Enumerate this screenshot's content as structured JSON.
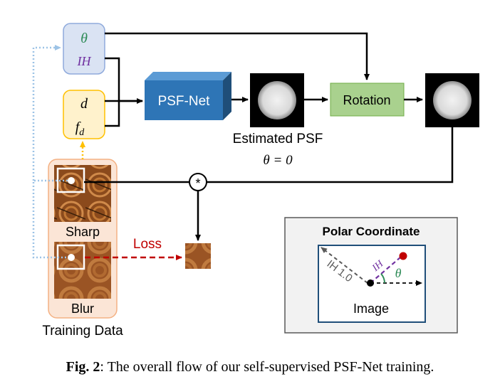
{
  "params": {
    "theta": "θ",
    "ih": "IH",
    "d": "d",
    "fd_base": "f",
    "fd_sub": "d"
  },
  "blocks": {
    "psf_net": "PSF-Net",
    "rotation": "Rotation",
    "convolve_symbol": "*"
  },
  "estimated_psf": {
    "line1": "Estimated PSF",
    "line2": "θ = 0"
  },
  "training_data": {
    "sharp": "Sharp",
    "blur": "Blur",
    "title": "Training Data"
  },
  "loss_label": "Loss",
  "polar": {
    "title": "Polar Coordinate",
    "ih_axis": "IH 1.0",
    "ih_small": "IH",
    "theta": "θ",
    "image_label": "Image"
  },
  "caption": {
    "prefix": "Fig. 2",
    "text": ": The overall flow of our self-supervised PSF-Net training."
  },
  "colors": {
    "theta_green": "#2e8b57",
    "ih_purple": "#7030a0",
    "loss_red": "#c00000",
    "psf_net_blue": "#2e75b6",
    "rotation_green": "#a9d18e",
    "param_blue_bg": "#dae3f3",
    "param_yellow_bg": "#fff2cc",
    "training_bg": "#fbe5d6",
    "training_border": "#f4b183",
    "yellow_dotted": "#ffc000",
    "blue_dotted": "#9dc3e6",
    "polar_bg": "#f2f2f2",
    "image_border": "#1f4e79"
  }
}
